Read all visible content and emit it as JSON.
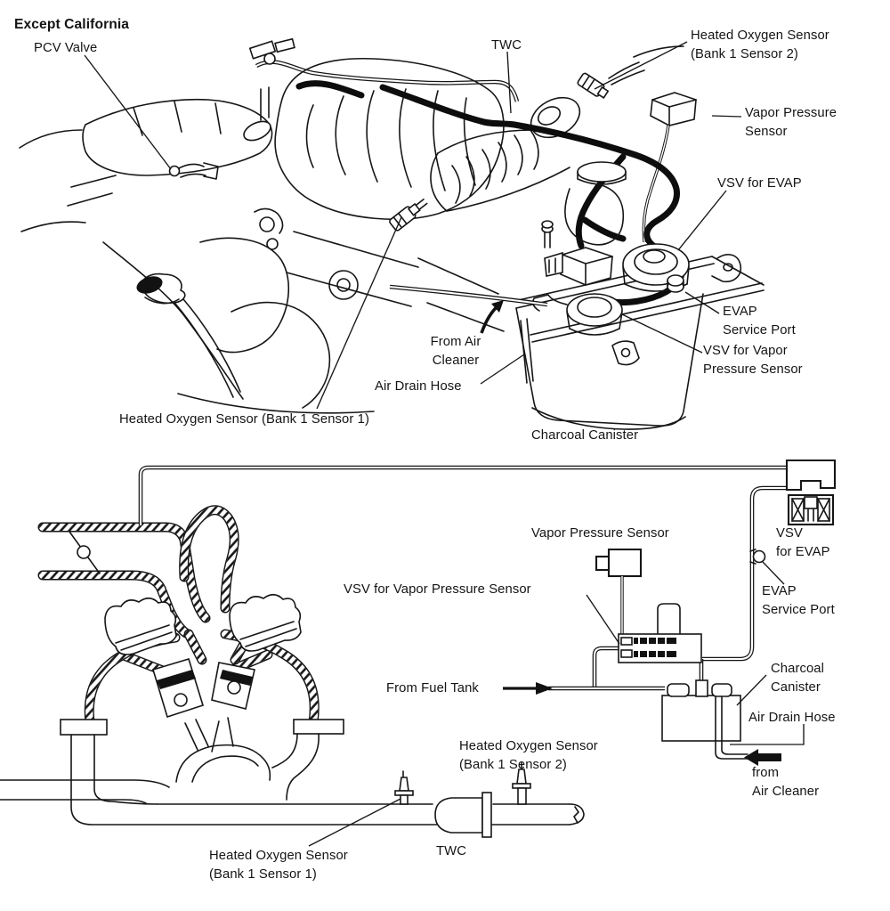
{
  "figure": {
    "background": "#ffffff",
    "ink": "#161616",
    "heading": "Except California"
  },
  "top_diagram": {
    "description": "engine bay perspective view",
    "labels": {
      "pcv_valve": "PCV Valve",
      "twc": "TWC",
      "heated_oxygen_sensor_bank1_sensor2": "Heated Oxygen Sensor\n(Bank 1 Sensor 2)",
      "vapor_pressure_sensor": "Vapor Pressure\nSensor",
      "vsv_for_evap": "VSV for EVAP",
      "evap_service_port": "EVAP\nService Port",
      "vsv_for_vapor_pressure_sensor": "VSV for Vapor\nPressure Sensor",
      "from_air_cleaner": "From Air\nCleaner",
      "air_drain_hose": "Air Drain Hose",
      "heated_oxygen_sensor_bank1_sensor1": "Heated Oxygen Sensor (Bank 1 Sensor 1)",
      "charcoal_canister": "Charcoal Canister"
    }
  },
  "bottom_diagram": {
    "description": "EVAP system schematic cross-section",
    "labels": {
      "vapor_pressure_sensor": "Vapor Pressure Sensor",
      "vsv_for_evap": "VSV\nfor EVAP",
      "vsv_for_vapor_pressure_sensor": "VSV for Vapor Pressure Sensor",
      "evap_service_port": "EVAP\nService Port",
      "from_fuel_tank": "From Fuel Tank",
      "charcoal_canister": "Charcoal\nCanister",
      "air_drain_hose": "Air Drain Hose",
      "from_air_cleaner": "from\nAir Cleaner",
      "heated_oxygen_sensor_bank1_sensor2": "Heated Oxygen Sensor\n(Bank 1 Sensor 2)",
      "heated_oxygen_sensor_bank1_sensor1": "Heated Oxygen Sensor\n(Bank 1 Sensor 1)",
      "twc": "TWC"
    }
  }
}
